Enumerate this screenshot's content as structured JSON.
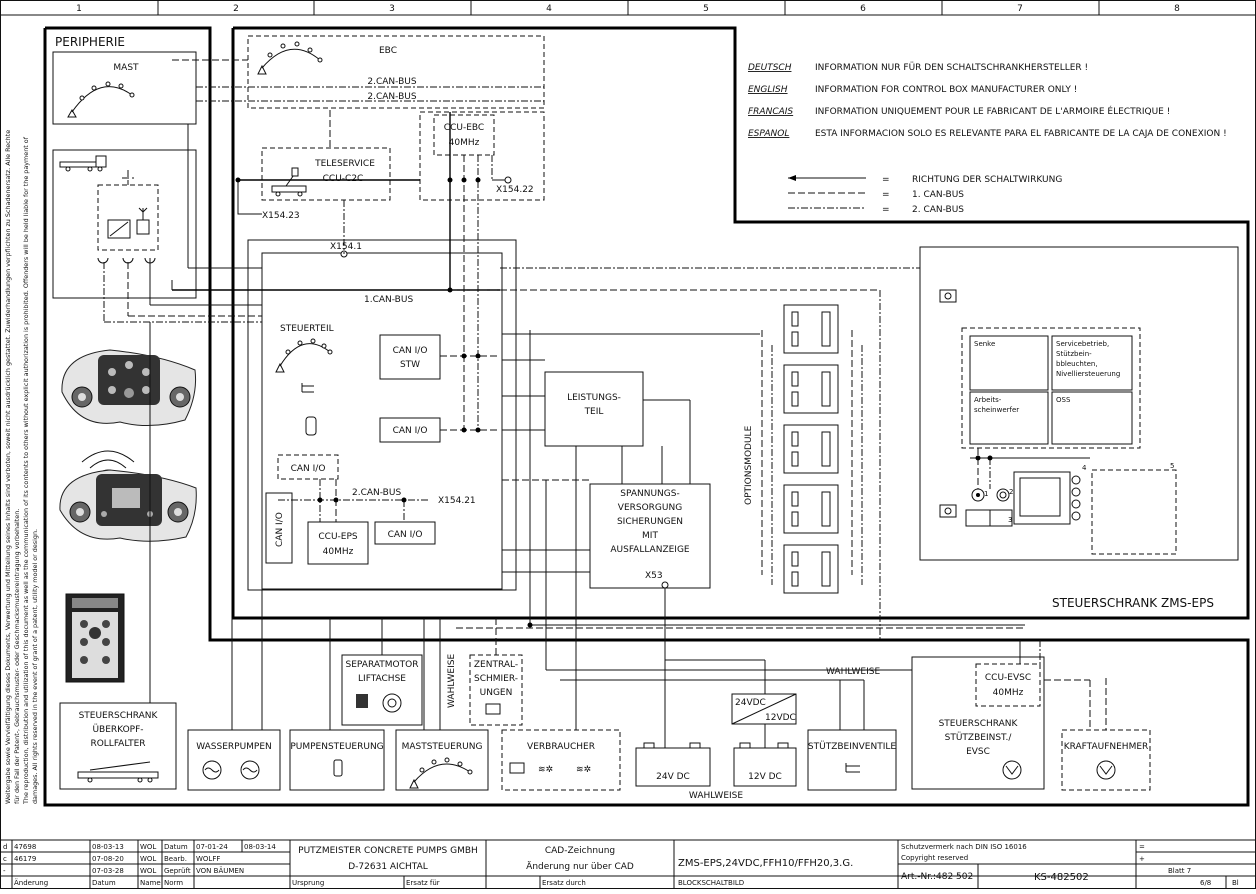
{
  "grid": {
    "columns": [
      "1",
      "2",
      "3",
      "4",
      "5",
      "6",
      "7",
      "8"
    ]
  },
  "side_text": [
    "Weitergabe sowie Vervielfältigung dieses Dokuments, Verwertung und Mitteilung seines Inhalts sind verboten, soweit nicht ausdrücklich gestattet. Zuwiderhandlungen verpflichten zu Schadenersatz. Alle Rechte",
    "für den Fall der Patent-, Gebrauchsmuster- oder Geschmacksmustereintragung vorbehalten.",
    "The reproduction, distribution and utilization of this document as well as the communication of its contents to others without explicit authorization is prohibited. Offenders will be held liable for the payment of",
    "damages. All rights reserved in the event of grant of a patent, utility model or design."
  ],
  "legend": {
    "languages": [
      {
        "lang": "DEUTSCH",
        "text": "INFORMATION NUR FÜR DEN SCHALTSCHRANKHERSTELLER !"
      },
      {
        "lang": "ENGLISH",
        "text": "INFORMATION FOR CONTROL BOX MANUFACTURER ONLY !"
      },
      {
        "lang": "FRANCAIS",
        "text": "INFORMATION UNIQUEMENT POUR LE FABRICANT DE L'ARMOIRE ÉLECTRIQUE !"
      },
      {
        "lang": "ESPANOL",
        "text": "ESTA INFORMACION SOLO ES RELEVANTE PARA EL FABRICANTE DE LA CAJA DE CONEXION !"
      }
    ],
    "lines": [
      {
        "eq": "=",
        "text": "RICHTUNG DER SCHALTWIRKUNG"
      },
      {
        "eq": "=",
        "text": "1. CAN-BUS"
      },
      {
        "eq": "=",
        "text": "2. CAN-BUS"
      }
    ]
  },
  "labels": {
    "peripherie": "PERIPHERIE",
    "mast": "MAST",
    "ebc": "EBC",
    "can2_a": "2.CAN-BUS",
    "can2_b": "2.CAN-BUS",
    "ccu_ebc_1": "CCU-EBC",
    "ccu_ebc_2": "40MHz",
    "teleservice_1": "TELESERVICE",
    "teleservice_2": "CCU-C2C",
    "x154_22": "X154.22",
    "x154_23": "X154.23",
    "x154_1": "X154.1",
    "can1": "1.CAN-BUS",
    "steuerteil": "STEUERTEIL",
    "canio_stw_1": "CAN I/O",
    "canio_stw_2": "STW",
    "canio_2": "CAN I/O",
    "canio_3": "CAN I/O",
    "canio_vert": "CAN I/O",
    "canio_4": "CAN I/O",
    "can2_c": "2.CAN-BUS",
    "x154_21": "X154.21",
    "ccu_eps_1": "CCU-EPS",
    "ccu_eps_2": "40MHz",
    "leistung_1": "LEISTUNGS-",
    "leistung_2": "TEIL",
    "spann_1": "SPANNUNGS-",
    "spann_2": "VERSORGUNG",
    "spann_3": "SICHERUNGEN",
    "spann_4": "MIT",
    "spann_5": "AUSFALLANZEIGE",
    "x53": "X53",
    "optionsmodule": "OPTIONSMODULE",
    "steuerschrank_zms": "STEUERSCHRANK ZMS-EPS",
    "cab_senke": "Senke",
    "cab_service_1": "Servicebetrieb,",
    "cab_service_2": "Stützbein-",
    "cab_service_3": "bbleuchten,",
    "cab_service_4": "Nivelliersteuerung",
    "cab_arbeit_1": "Arbeits-",
    "cab_arbeit_2": "scheinwerfer",
    "cab_oss": "OSS",
    "cab_n1": "1",
    "cab_n2": "2",
    "cab_n3": "3",
    "cab_n4": "4",
    "cab_n5": "5",
    "separat_1": "SEPARATMOTOR",
    "separat_2": "LIFTACHSE",
    "wahlweise_v": "WAHLWEISE",
    "zentral_1": "ZENTRAL-",
    "zentral_2": "SCHMIER-",
    "zentral_3": "UNGEN",
    "ueberkopf_1": "STEUERSCHRANK",
    "ueberkopf_2": "ÜBERKOPF-",
    "ueberkopf_3": "ROLLFALTER",
    "wasserpumpen": "WASSERPUMPEN",
    "pumpensteuerung": "PUMPENSTEUERUNG",
    "maststeuerung": "MASTSTEUERUNG",
    "verbraucher": "VERBRAUCHER",
    "vdc24_a": "24VDC",
    "vdc12_a": "12VDC",
    "batt24": "24V DC",
    "batt12": "12V DC",
    "wahlweise_b": "WAHLWEISE",
    "wahlweise_c": "WAHLWEISE",
    "stuetzbein": "STÜTZBEINVENTILE",
    "ccu_evsc_1": "CCU-EVSC",
    "ccu_evsc_2": "40MHz",
    "evsc_1": "STEUERSCHRANK",
    "evsc_2": "STÜTZBEINST./",
    "evsc_3": "EVSC",
    "kraft": "KRAFTAUFNEHMER"
  },
  "title_block": {
    "rev": [
      {
        "id": "d",
        "no": "47698",
        "date": "08-03-13",
        "name": "WOL"
      },
      {
        "id": "c",
        "no": "46179",
        "date": "07-08-20",
        "name": "WOL"
      },
      {
        "id": "-",
        "no": "",
        "date": "07-03-28",
        "name": "WOL"
      }
    ],
    "rev_header": {
      "a": "Änderung",
      "b": "Datum",
      "c": "Name",
      "d": "Norm"
    },
    "datum_label": "Datum",
    "datum_1": "07-01-24",
    "datum_2": "08-03-14",
    "bearb_label": "Bearb.",
    "bearb": "WOLFF",
    "gepr_label": "Geprüft",
    "gepr": "VON BÄUMEN",
    "company_1": "PUTZMEISTER CONCRETE PUMPS GMBH",
    "company_2": "D-72631 AICHTAL",
    "cad_1": "CAD-Zeichnung",
    "cad_2": "Änderung nur über CAD",
    "ursprung": "Ursprung",
    "ersatz_fuer": "Ersatz für",
    "ersatz_durch": "Ersatz durch",
    "title": "ZMS-EPS,24VDC,FFH10/FFH20,3.G.",
    "subtitle": "BLOCKSCHALTBILD",
    "schutz_1": "Schutzvermerk nach DIN ISO 16016",
    "schutz_2": "Copyright reserved",
    "art": "Art.-Nr.:482 502",
    "ks": "KS-482502",
    "blatt": "Blatt 7",
    "blatt_of": "6/8",
    "bl": "Bl",
    "eq": "=",
    "plus": "+"
  }
}
